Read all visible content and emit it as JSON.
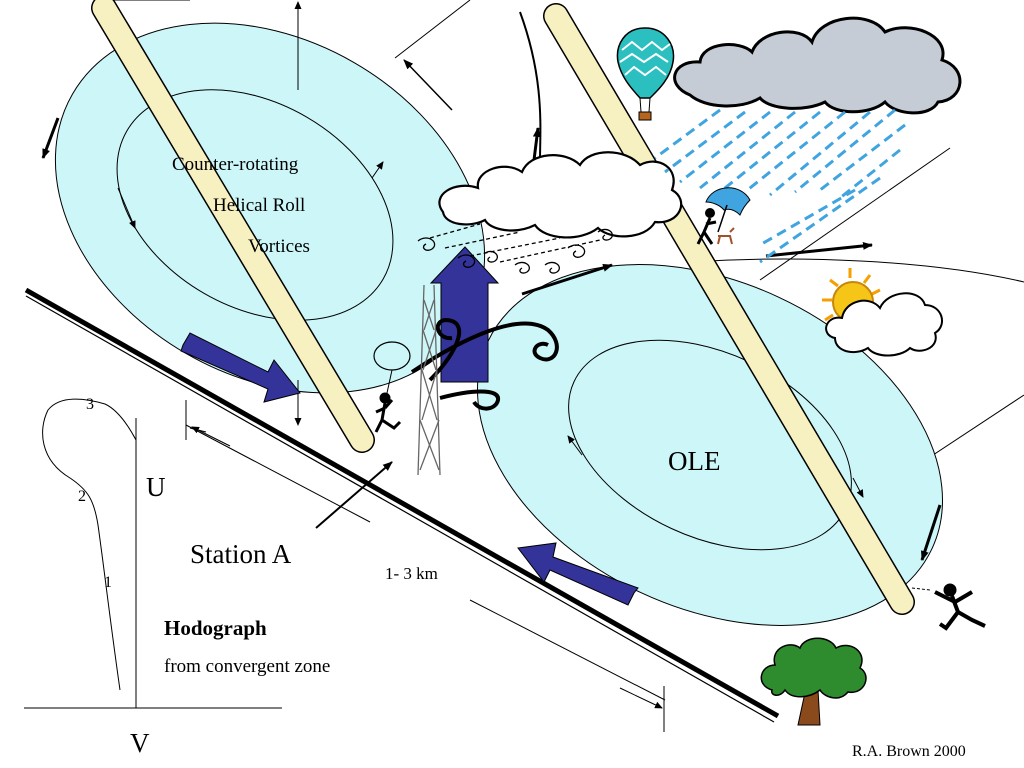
{
  "vortex_labels": {
    "line1": "Counter-rotating",
    "line2": "Helical Roll",
    "line3": "Vortices",
    "ole": "OLE"
  },
  "station_label": "Station A",
  "distance_label": "1- 3 km",
  "hodograph": {
    "title": "Hodograph",
    "subtitle": "from convergent  zone",
    "axis_u": "U",
    "axis_v": "V",
    "points": [
      "1",
      "2",
      "3"
    ]
  },
  "credit": "R.A. Brown 2000",
  "colors": {
    "vortex_fill": "#cdf6f9",
    "tube": "#f7f0c1",
    "flow_arrow": "#333399",
    "cloud_rain": "#c5ccd6",
    "rain": "#3fa4e0",
    "balloon": "#2bbfc0",
    "sun": "#f5c518",
    "tree": "#2e8b2e"
  },
  "icons": [
    "balloon-icon",
    "rain-cloud-icon",
    "umbrella-person-icon",
    "sun-cloud-icon",
    "tree-icon",
    "running-person-icon",
    "kite-person-icon",
    "tower-icon"
  ]
}
